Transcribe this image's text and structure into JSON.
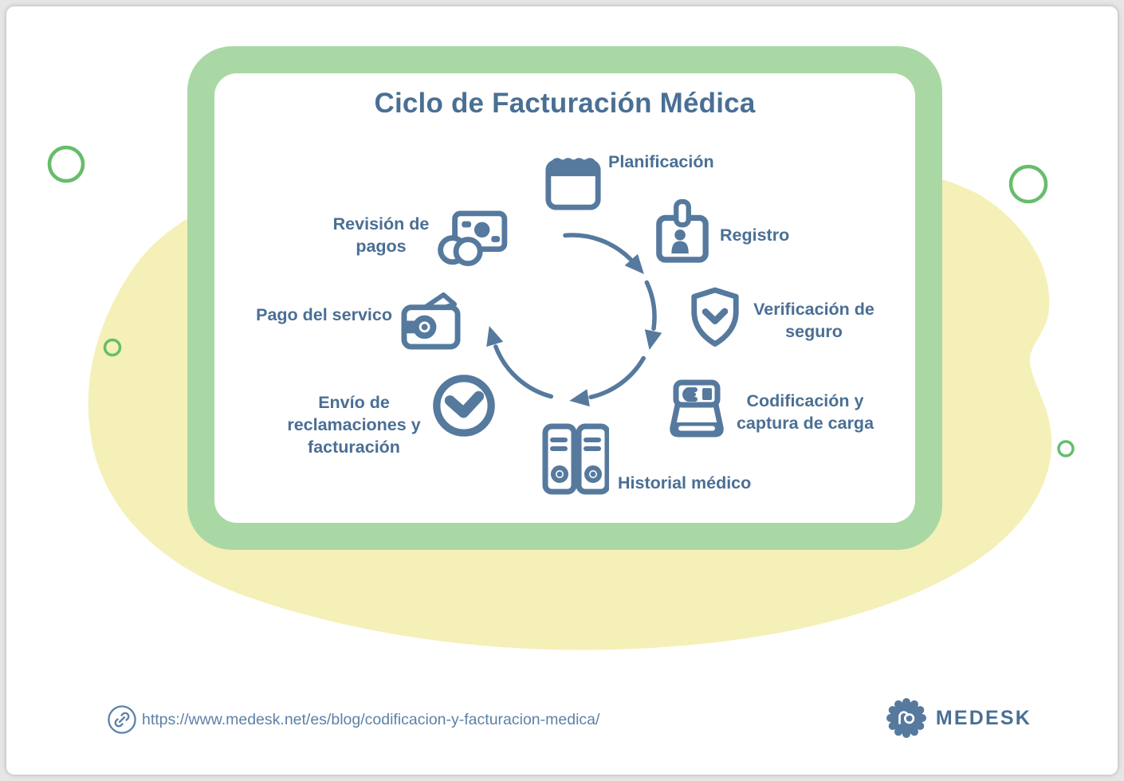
{
  "title": "Ciclo de Facturación Médica",
  "diagram": {
    "type": "cycle",
    "direction": "clockwise",
    "steps": [
      {
        "label": "Planificación",
        "icon": "calendar-icon"
      },
      {
        "label": "Registro",
        "icon": "id-badge-icon"
      },
      {
        "label": "Verificación de seguro",
        "icon": "shield-check-icon"
      },
      {
        "label": "Codificación y captura de carga",
        "icon": "cash-register-icon"
      },
      {
        "label": "Historial médico",
        "icon": "binders-icon"
      },
      {
        "label": "Envío de reclamaciones y facturación",
        "icon": "check-circle-icon"
      },
      {
        "label": "Pago del servico",
        "icon": "wallet-icon"
      },
      {
        "label": "Revisión de pagos",
        "icon": "money-coins-icon"
      }
    ]
  },
  "footer": {
    "url": "https://www.medesk.net/es/blog/codificacion-y-facturacion-medica/",
    "link_icon": "link-icon",
    "brand": "MEDESK",
    "brand_icon": "medesk-badge-icon"
  },
  "colors": {
    "accent_blue": "#4a6f94",
    "icon_blue": "#56799e",
    "frame_green": "#aad8a5",
    "circle_green": "#66bd6b",
    "blob_yellow": "#f4f0b7",
    "url_blue": "#5d81a8"
  }
}
